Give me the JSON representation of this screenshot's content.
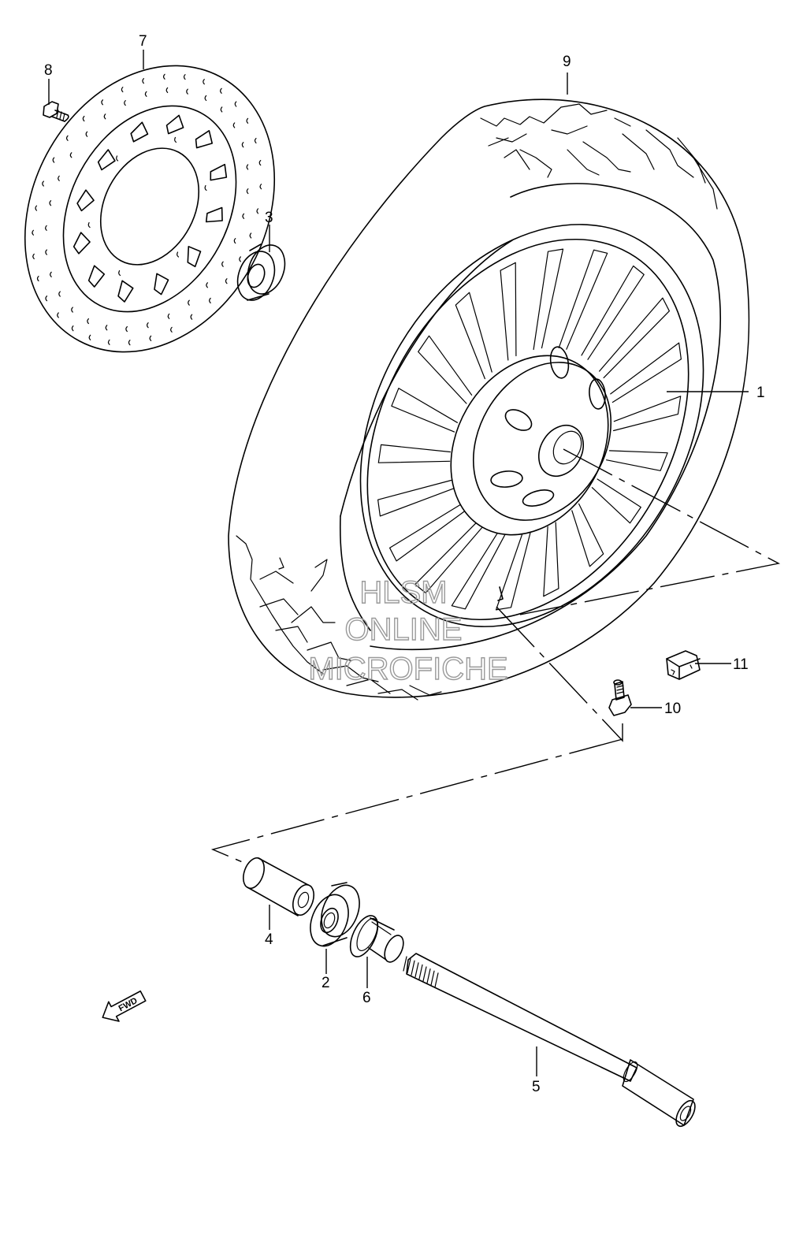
{
  "callouts": {
    "c1": "1",
    "c2": "2",
    "c3": "3",
    "c4": "4",
    "c5": "5",
    "c6": "6",
    "c7": "7",
    "c8": "8",
    "c9": "9",
    "c10": "10",
    "c11": "11"
  },
  "watermark": {
    "line1": "HLSM",
    "line2": "ONLINE",
    "line3": "MICROFICHE"
  },
  "direction_arrow": {
    "label": "FWD",
    "icon": "arrow-fwd-icon"
  },
  "colors": {
    "line": "#000000",
    "watermark": "#9a9a9a",
    "background": "#ffffff"
  }
}
